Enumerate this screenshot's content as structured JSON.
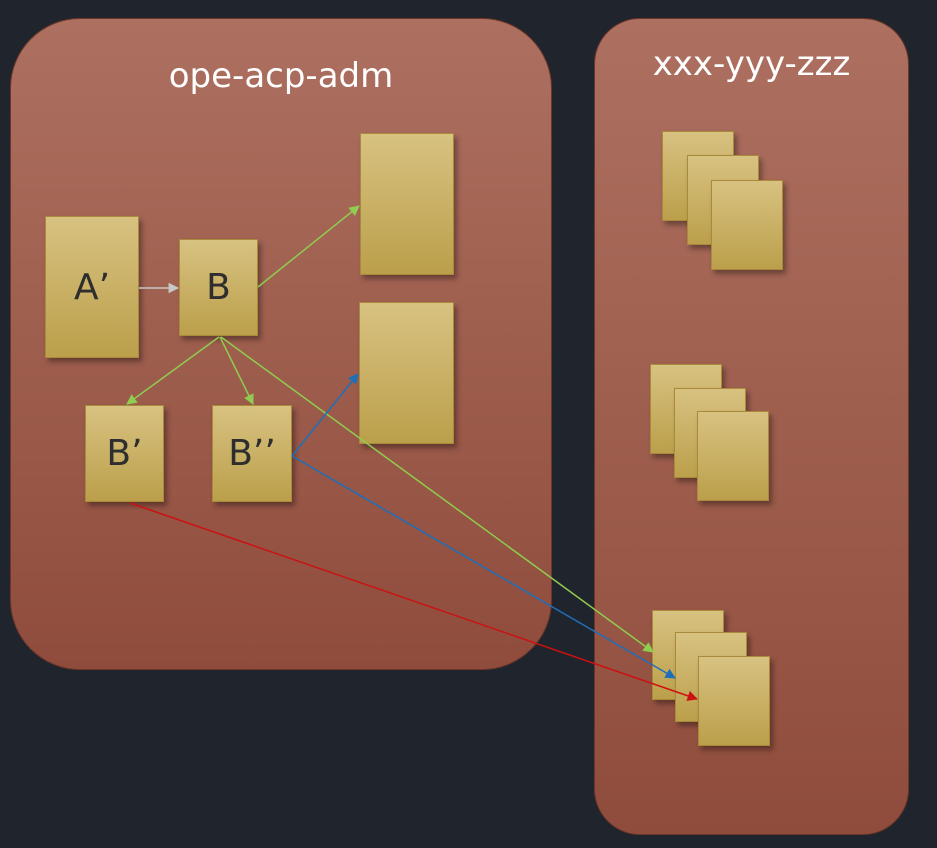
{
  "containers": {
    "left": {
      "title": "ope-acp-adm"
    },
    "right": {
      "title": "xxx-yyy-zzz"
    }
  },
  "nodes": {
    "a_prime": "A’",
    "b": "B",
    "b_prime": "B’",
    "b_double_prime": "B’’"
  },
  "colors": {
    "background": "#20252d",
    "container_fill": "#9e5e4e",
    "box_fill": "#cbb366",
    "edge_gray": "#c8c8c8",
    "edge_green": "#8fcc4f",
    "edge_blue": "#1f6fb8",
    "edge_red": "#cc1111"
  }
}
